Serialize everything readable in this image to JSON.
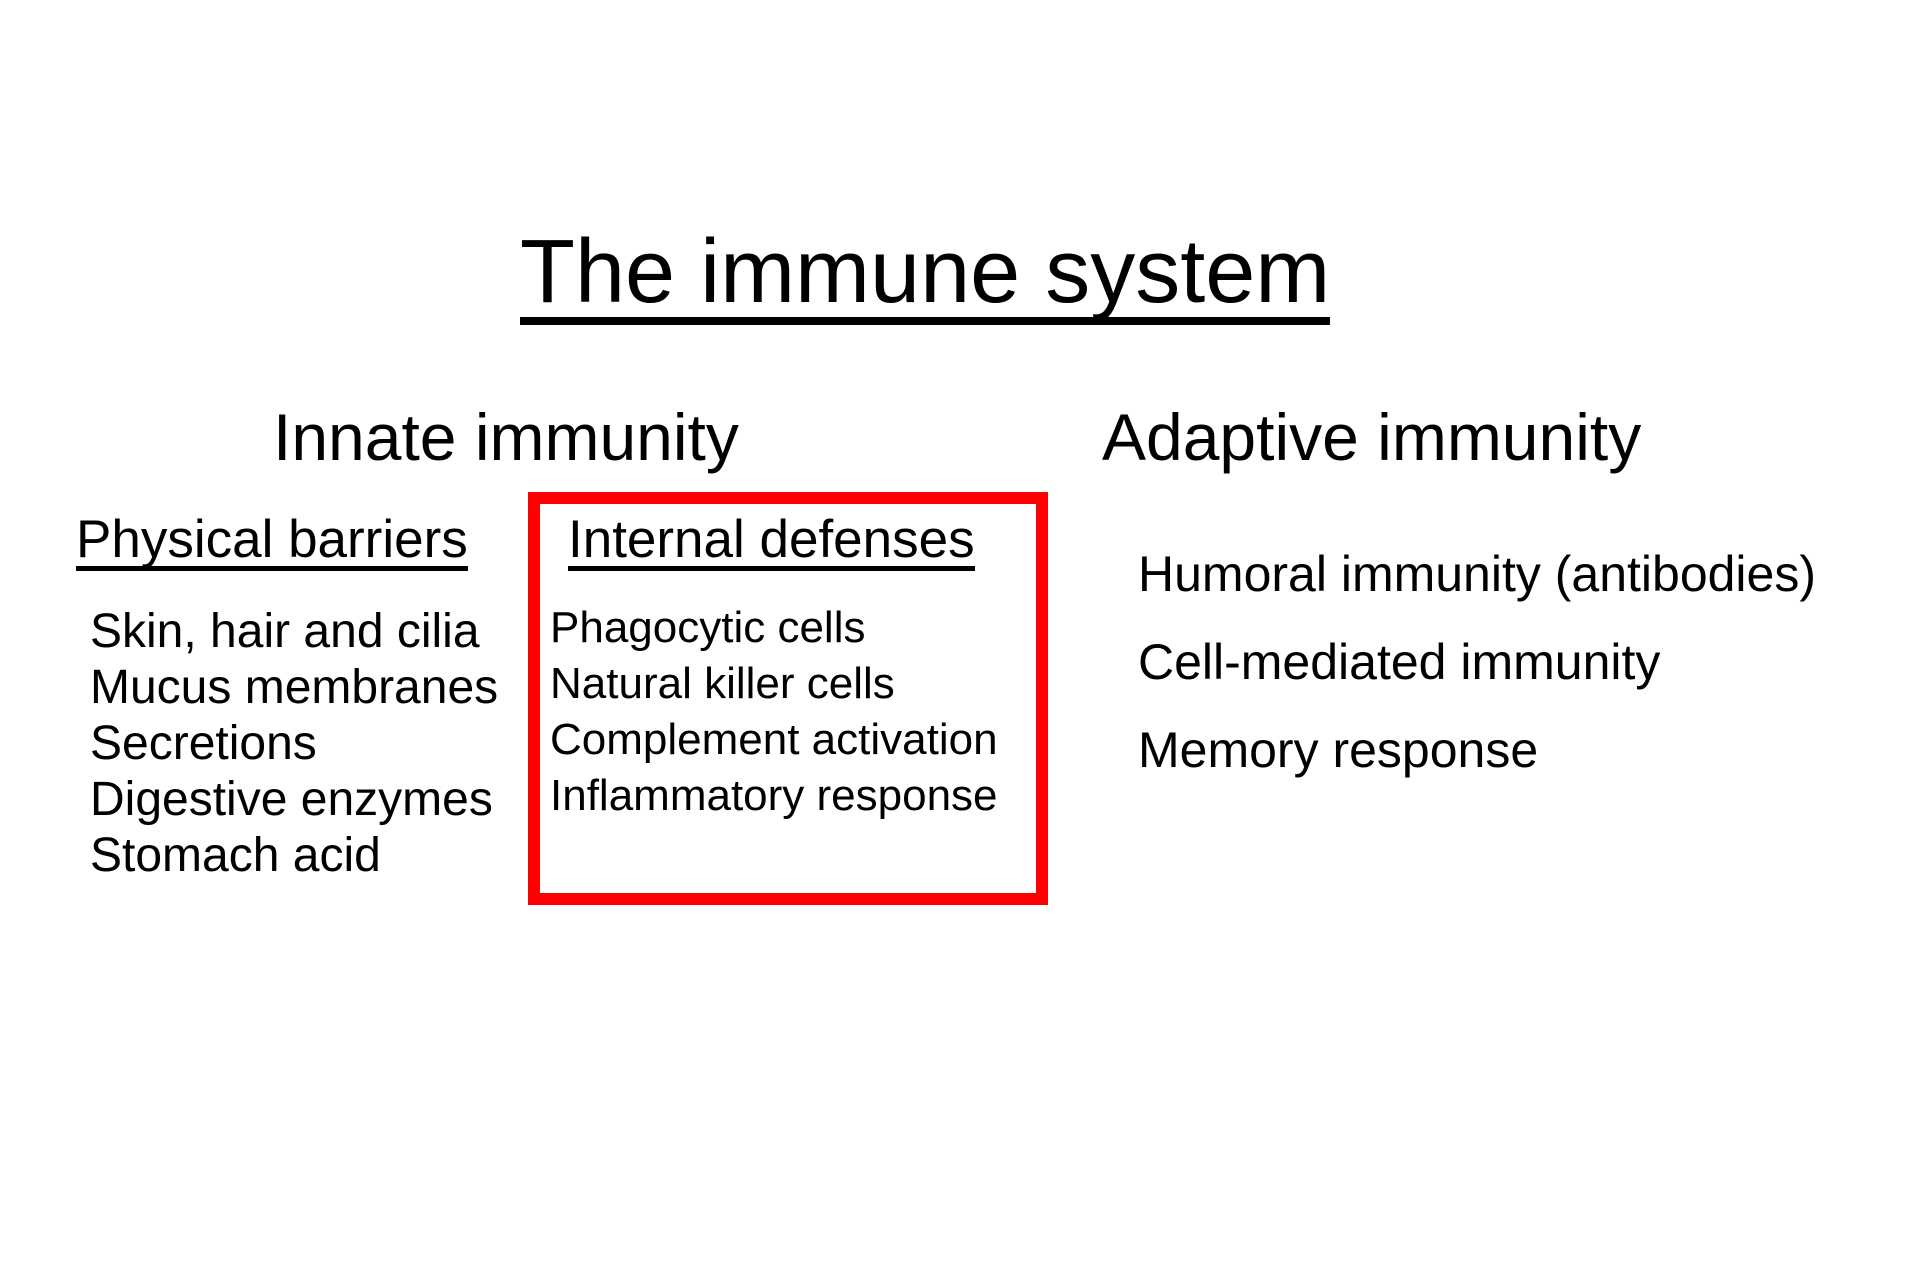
{
  "slide": {
    "title": "The immune system",
    "innate": {
      "heading": "Innate immunity",
      "physical_barriers": {
        "heading": "Physical barriers",
        "items": [
          "Skin, hair and cilia",
          "Mucus membranes",
          "Secretions",
          "Digestive enzymes",
          "Stomach acid"
        ]
      },
      "internal_defenses": {
        "heading": "Internal defenses",
        "items": [
          "Phagocytic cells",
          "Natural killer cells",
          "Complement activation",
          "Inflammatory response"
        ]
      }
    },
    "adaptive": {
      "heading": "Adaptive immunity",
      "items": [
        "Humoral immunity (antibodies)",
        "Cell-mediated immunity",
        "Memory response"
      ]
    },
    "colors": {
      "background": "#ffffff",
      "text": "#000000",
      "highlight_box": "#ff0000"
    }
  }
}
